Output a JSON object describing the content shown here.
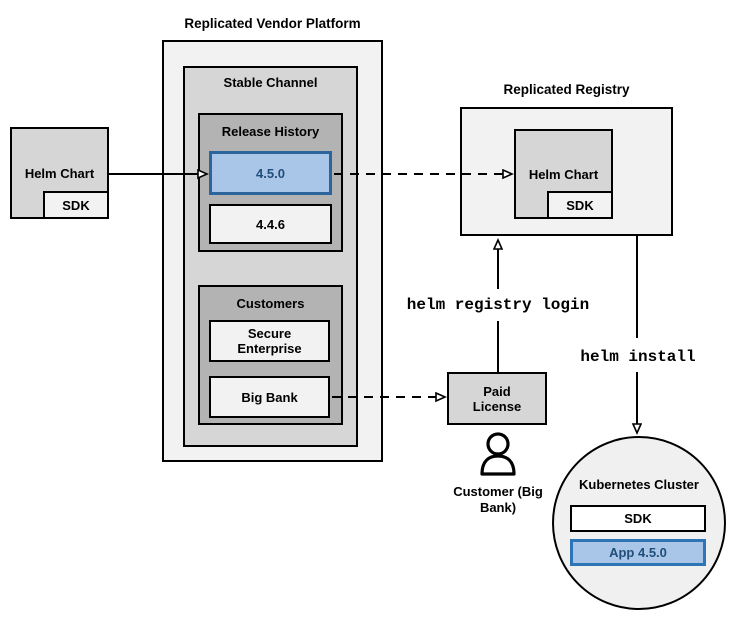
{
  "colors": {
    "highlight_fill": "#a9c6e8",
    "highlight_border": "#2c649c",
    "highlight_text": "#1f4e79",
    "box_light_gray": "#f2f2f2",
    "box_mid_gray": "#d6d6d6",
    "box_dark_gray": "#b3b3b3",
    "line_color": "#000000"
  },
  "source_helm_chart": {
    "label": "Helm Chart",
    "sdk": "SDK"
  },
  "vendor_platform": {
    "title": "Replicated Vendor Platform",
    "stable_channel": {
      "title": "Stable Channel",
      "release_history": {
        "title": "Release History",
        "releases": [
          {
            "version": "4.5.0",
            "highlighted": true
          },
          {
            "version": "4.4.6",
            "highlighted": false
          }
        ]
      },
      "customers": {
        "title": "Customers",
        "items": [
          {
            "name": "Secure Enterprise"
          },
          {
            "name": "Big Bank"
          }
        ]
      }
    }
  },
  "registry": {
    "title": "Replicated Registry",
    "helm_chart": {
      "label": "Helm Chart",
      "sdk": "SDK"
    }
  },
  "paid_license": {
    "label": "Paid License"
  },
  "customer": {
    "label": "Customer (Big Bank)"
  },
  "kubernetes_cluster": {
    "title": "Kubernetes Cluster",
    "sdk": "SDK",
    "app": "App 4.5.0"
  },
  "commands": {
    "registry_login": "helm registry login",
    "install": "helm install"
  }
}
